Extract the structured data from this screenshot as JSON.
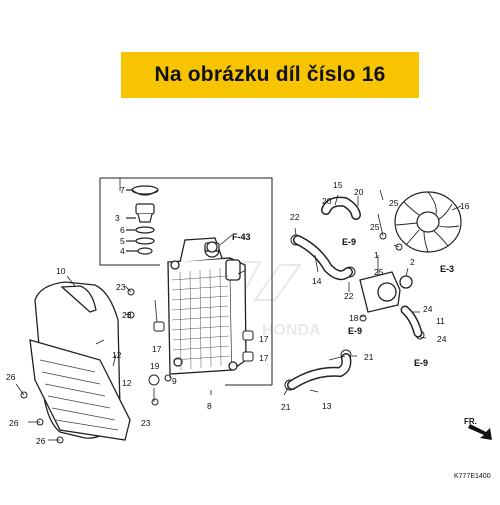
{
  "banner": {
    "text": "Na obrázku díl číslo 16",
    "color": "#f6c400"
  },
  "diagram": {
    "code": "K777E1400",
    "direction_label": "FR.",
    "refs": [
      "F-43",
      "E-9",
      "E-9",
      "E-3",
      "E-9"
    ],
    "watermark": "HONDA",
    "callouts": [
      "1",
      "2",
      "3",
      "4",
      "5",
      "6",
      "7",
      "8",
      "9",
      "10",
      "11",
      "12",
      "12",
      "13",
      "14",
      "15",
      "16",
      "17",
      "17",
      "17",
      "18",
      "19",
      "20",
      "20",
      "21",
      "21",
      "22",
      "22",
      "23",
      "23",
      "23",
      "24",
      "24",
      "25",
      "25",
      "25",
      "26",
      "26",
      "26"
    ]
  }
}
